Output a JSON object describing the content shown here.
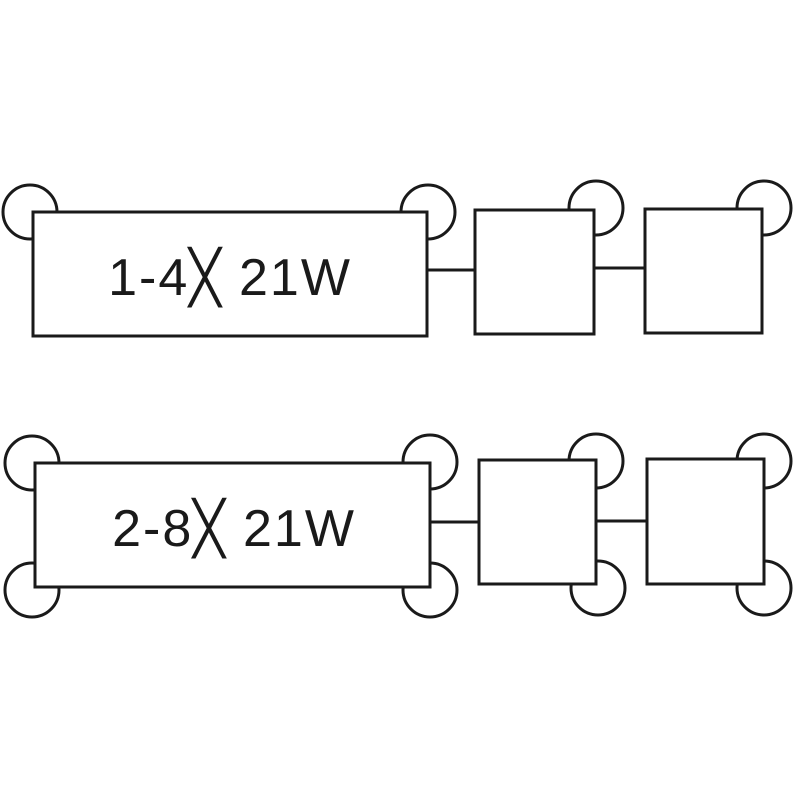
{
  "rows": [
    {
      "id": "row-1",
      "label": "1-4╳ 21W",
      "lamps": "top"
    },
    {
      "id": "row-2",
      "label": "2-8╳ 21W",
      "lamps": "top-bottom"
    }
  ],
  "colors": {
    "line": "#1a1a1a",
    "background": "#ffffff"
  }
}
